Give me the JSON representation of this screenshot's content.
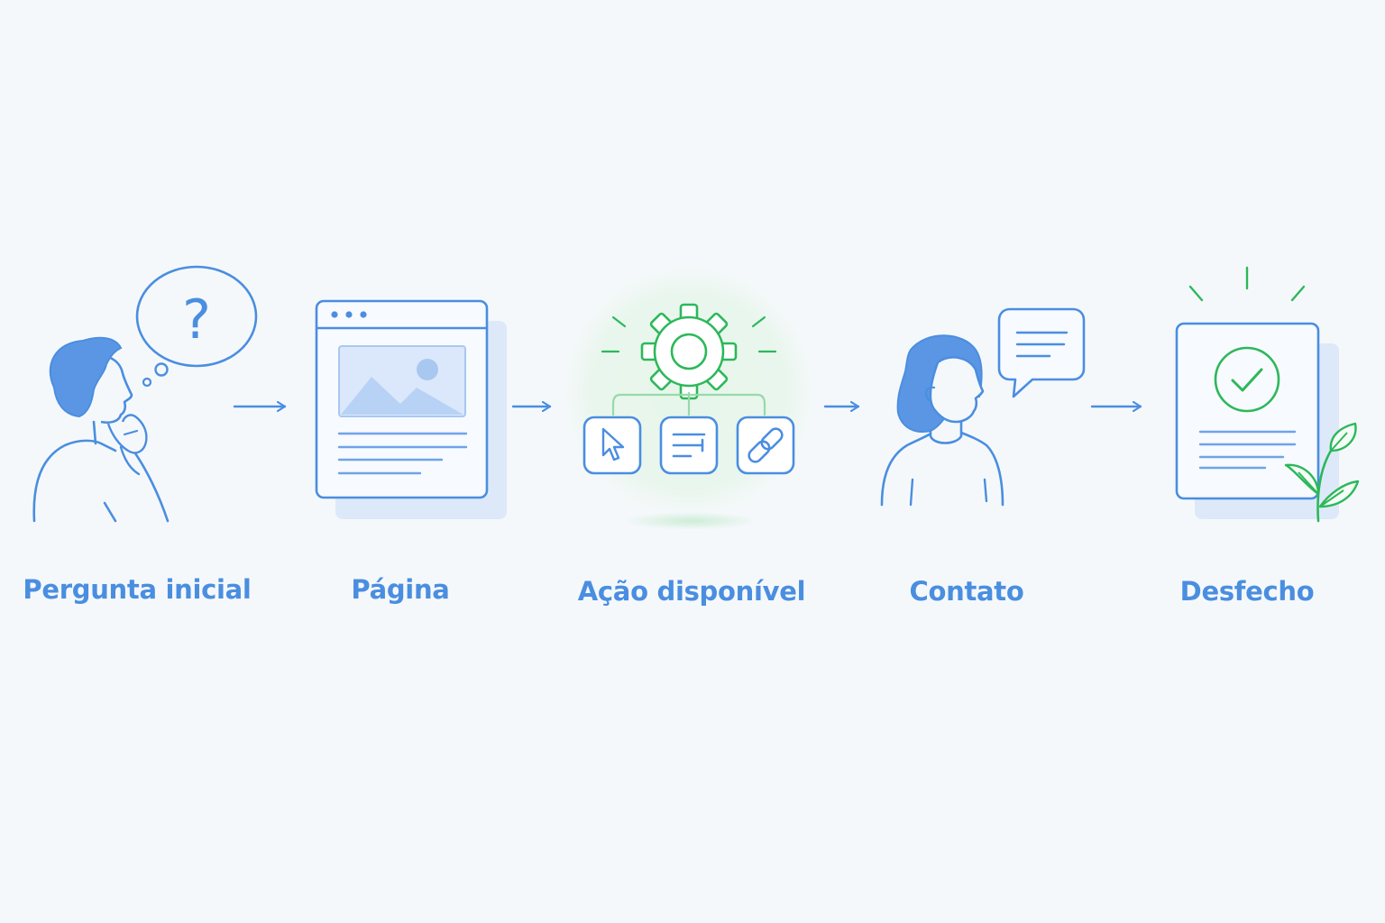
{
  "colors": {
    "background": "#f5f8fb",
    "primary_blue": "#4a8ee0",
    "light_blue_fill": "#dde9f9",
    "accent_green": "#2cb85a",
    "glow_green": "#e4f5e8"
  },
  "steps": [
    {
      "label": "Pergunta inicial",
      "icon": "thinking-person-icon"
    },
    {
      "label": "Página",
      "icon": "web-page-icon"
    },
    {
      "label": "Ação disponível",
      "icon": "gear-actions-icon"
    },
    {
      "label": "Contato",
      "icon": "person-speaking-icon"
    },
    {
      "label": "Desfecho",
      "icon": "approved-document-icon"
    }
  ],
  "bubble_question_mark": "?",
  "action_icons": [
    "cursor-icon",
    "text-box-icon",
    "link-icon"
  ],
  "connector_icon": "arrow-right-icon"
}
